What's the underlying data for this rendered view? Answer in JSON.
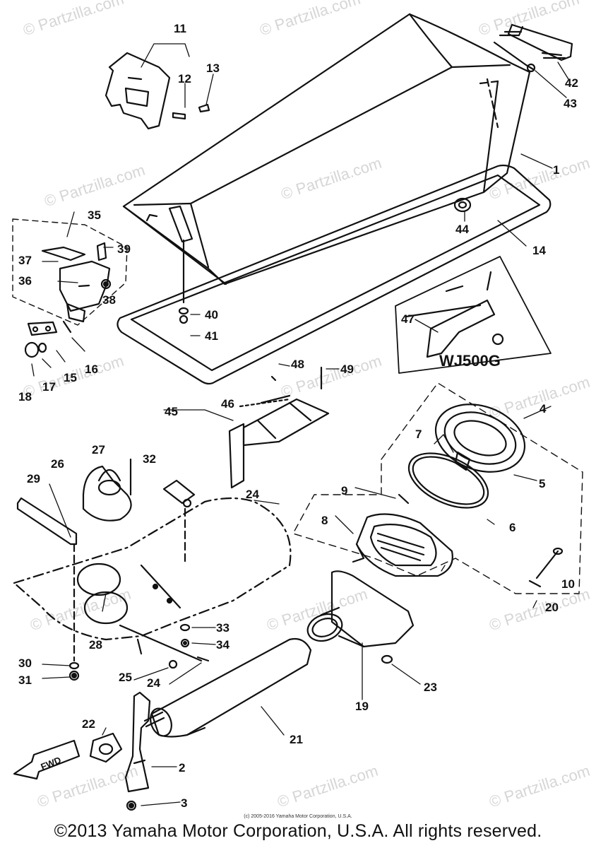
{
  "diagram": {
    "variant_label": "WJ500G",
    "fwd_label": "FWD",
    "watermark_text": "© Partzilla.com",
    "small_copyright": "(c) 2005-2016 Yamaha Motor Corporation, U.S.A.",
    "copyright": "©2013 Yamaha Motor Corporation, U.S.A. All rights reserved."
  },
  "callouts": [
    "1",
    "2",
    "3",
    "4",
    "5",
    "6",
    "7",
    "8",
    "9",
    "10",
    "11",
    "12",
    "13",
    "14",
    "15",
    "16",
    "17",
    "18",
    "19",
    "20",
    "21",
    "22",
    "23",
    "24",
    "24",
    "24",
    "25",
    "26",
    "27",
    "28",
    "29",
    "30",
    "31",
    "32",
    "33",
    "34",
    "35",
    "36",
    "37",
    "38",
    "39",
    "40",
    "41",
    "42",
    "43",
    "44",
    "45",
    "46",
    "47",
    "48",
    "49"
  ]
}
